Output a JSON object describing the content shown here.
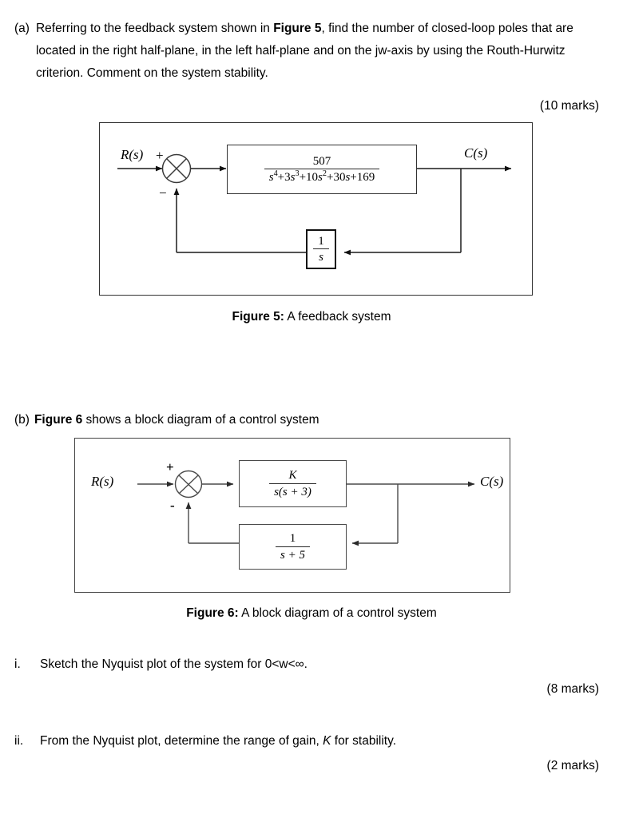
{
  "document": {
    "type": "exam-question-page",
    "page_background": "#ffffff",
    "text_color": "#000000"
  },
  "part_a": {
    "marker": "(a)",
    "text_run_1": "Referring to the feedback system shown in ",
    "figure_ref": "Figure 5",
    "text_run_2": ", find the number of closed-loop poles that are located in the right half-plane, in the left half-plane and on the jw-axis by using the Routh-Hurwitz criterion. Comment on the system stability.",
    "marks": "(10 marks)"
  },
  "figure5": {
    "caption_label": "Figure 5:",
    "caption_text": " A feedback system",
    "input_label": "R(s)",
    "output_label": "C(s)",
    "plus_sign": "+",
    "minus_sign": "−",
    "forward_block": {
      "numerator": "507",
      "denominator_parts": [
        {
          "base": "s",
          "exp": "4"
        },
        {
          "base": "+3s",
          "exp": "3"
        },
        {
          "base": "+10s",
          "exp": "2"
        },
        {
          "base": "+30s+169",
          "exp": ""
        }
      ],
      "denominator_plain": "s4+3s3+10s2+30s+169"
    },
    "feedback_block": {
      "numerator": "1",
      "denominator": "s"
    }
  },
  "part_b": {
    "marker": "(b)",
    "figure_ref": "Figure 6",
    "text_run_1": " shows a block diagram of a control system"
  },
  "figure6": {
    "caption_label": "Figure 6:",
    "caption_text": " A block diagram of a control system",
    "input_label": "R(s)",
    "output_label": "C(s)",
    "plus_sign": "+",
    "minus_sign": "-",
    "forward_block": {
      "numerator": "K",
      "denominator": "s(s + 3)"
    },
    "feedback_block": {
      "numerator": "1",
      "denominator": "s + 5"
    }
  },
  "sub_questions": [
    {
      "marker": "i.",
      "text": "Sketch the Nyquist plot of the system for 0<w<∞.",
      "marks": "(8 marks)"
    },
    {
      "marker": "ii.",
      "text_run_1": "From the Nyquist plot, determine the range of gain, ",
      "symbol": "K",
      "text_run_2": " for stability.",
      "marks": "(2 marks)"
    }
  ]
}
